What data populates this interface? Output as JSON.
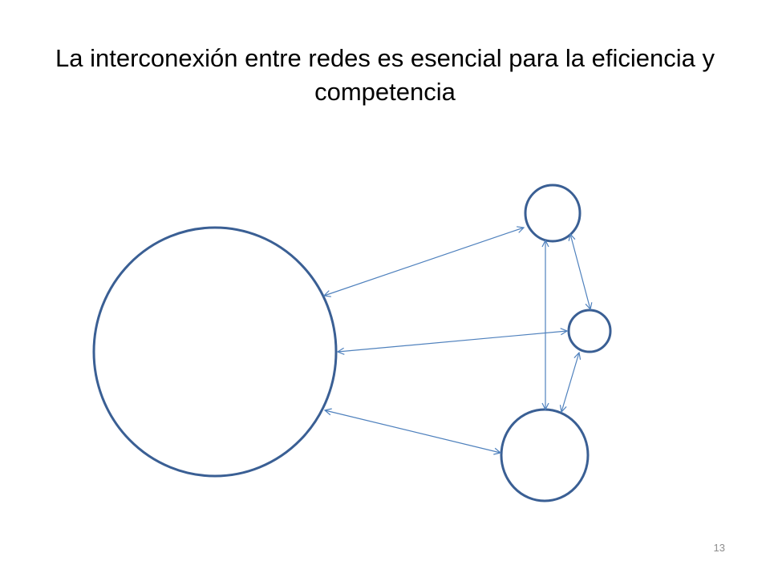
{
  "slide": {
    "title": "La interconexión entre redes es esencial para la eficiencia y competencia",
    "page_number": "13"
  },
  "diagram": {
    "colors": {
      "circle_stroke": "#3a5f94",
      "arrow_stroke": "#4f81bd"
    },
    "nodes": [
      "large-network",
      "top-network",
      "middle-network",
      "bottom-network"
    ],
    "links": [
      {
        "from": "large-network",
        "to": "top-network",
        "direction": "bidirectional"
      },
      {
        "from": "large-network",
        "to": "middle-network",
        "direction": "bidirectional"
      },
      {
        "from": "large-network",
        "to": "bottom-network",
        "direction": "bidirectional"
      },
      {
        "from": "top-network",
        "to": "bottom-network",
        "direction": "bidirectional"
      },
      {
        "from": "top-network",
        "to": "middle-network",
        "direction": "bidirectional"
      },
      {
        "from": "middle-network",
        "to": "bottom-network",
        "direction": "bidirectional"
      }
    ]
  }
}
